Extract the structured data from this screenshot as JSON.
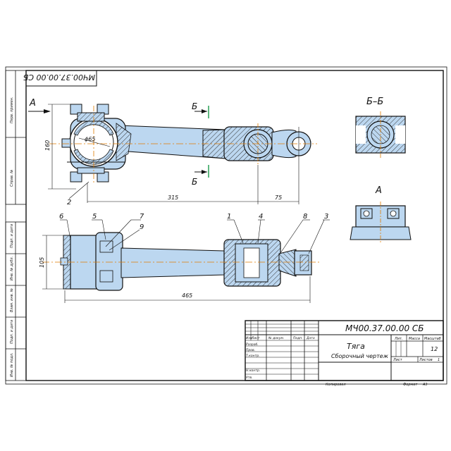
{
  "drawing": {
    "doc_number": "МЧ00.37.00.00 СБ",
    "doc_number_rotated": "МЧ00.37.00.00 СБ",
    "section_label": "Б–Б",
    "section_mark": "Б",
    "view_label": "A",
    "view_arrow_label": "A",
    "dimensions": {
      "diameter": "ϕ65",
      "height_top": "160",
      "length_mid": "315",
      "offset_right": "75",
      "height_bottom": "105",
      "length_total": "465"
    },
    "callouts": [
      "1",
      "2",
      "3",
      "4",
      "5",
      "6",
      "7",
      "8",
      "9"
    ]
  },
  "left_strip": {
    "top_labels": [
      "Перв. примен.",
      "Справ. №"
    ],
    "bottom_labels": [
      "Подп. и дата",
      "Инв. № дубл.",
      "Взам. инв. №",
      "Подп. и дата",
      "Инв. № подл."
    ]
  },
  "title_block": {
    "doc_number": "МЧ00.37.00.00 СБ",
    "title": "Тяга",
    "subtitle": "Сборочный чертеж",
    "row_header": [
      "Изм",
      "Лист",
      "№ докум.",
      "Подп.",
      "Дата"
    ],
    "roles": [
      "Разраб.",
      "Пров.",
      "Т.контр.",
      "",
      "Н.контр.",
      "Утв."
    ],
    "lit_header": "Лит.",
    "mass_header": "Масса",
    "scale_header": "Масштаб",
    "scale_value": "12",
    "sheet_label": "Лист",
    "sheets_label": "Листов",
    "sheets_value": "1"
  },
  "footer": {
    "copied": "Копировал",
    "format_label": "Формат",
    "format_value": "A3"
  },
  "colors": {
    "ink": "#111111",
    "part_fill": "#bcd7f0",
    "hatch": "#333333",
    "centerline": "#e07b00",
    "cutline": "#1a9a4a"
  }
}
